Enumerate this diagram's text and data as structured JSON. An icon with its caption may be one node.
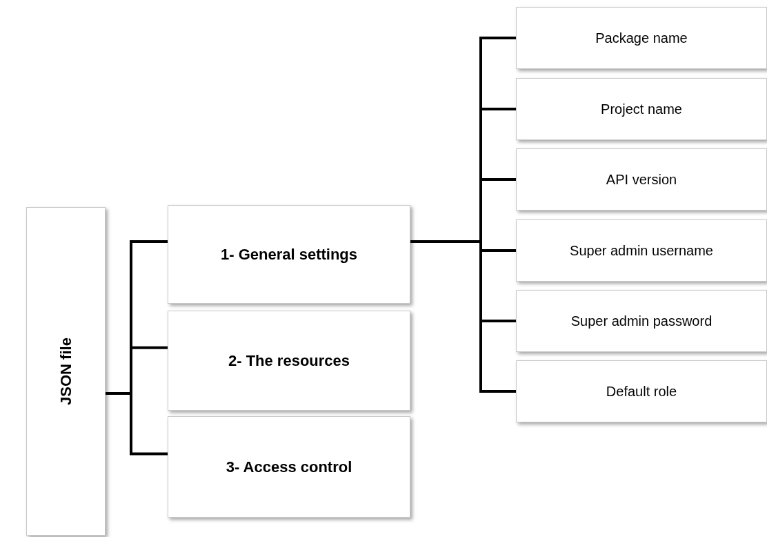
{
  "diagram": {
    "nodes": [
      {
        "text": [
          "JSON file"
        ]
      },
      {
        "text": [
          "1- General settings"
        ]
      },
      {
        "text": [
          "2- The resources"
        ]
      },
      {
        "text": [
          "3- Access control"
        ]
      },
      {
        "text": [
          "Package name"
        ]
      },
      {
        "text": [
          "Project name"
        ]
      },
      {
        "text": [
          "API version"
        ]
      },
      {
        "text": [
          "Super admin username"
        ]
      },
      {
        "text": [
          "Super admin password"
        ]
      },
      {
        "text": [
          "Default role"
        ]
      }
    ],
    "edges": [
      {
        "from": 0,
        "to": 1,
        "arrow": "none"
      },
      {
        "from": 0,
        "to": 2,
        "arrow": "none"
      },
      {
        "from": 0,
        "to": 3,
        "arrow": "none"
      },
      {
        "from": 1,
        "to": 4,
        "arrow": "none"
      },
      {
        "from": 1,
        "to": 5,
        "arrow": "none"
      },
      {
        "from": 1,
        "to": 6,
        "arrow": "none"
      },
      {
        "from": 1,
        "to": 7,
        "arrow": "none"
      },
      {
        "from": 1,
        "to": 8,
        "arrow": "none"
      },
      {
        "from": 1,
        "to": 9,
        "arrow": "none"
      }
    ]
  }
}
